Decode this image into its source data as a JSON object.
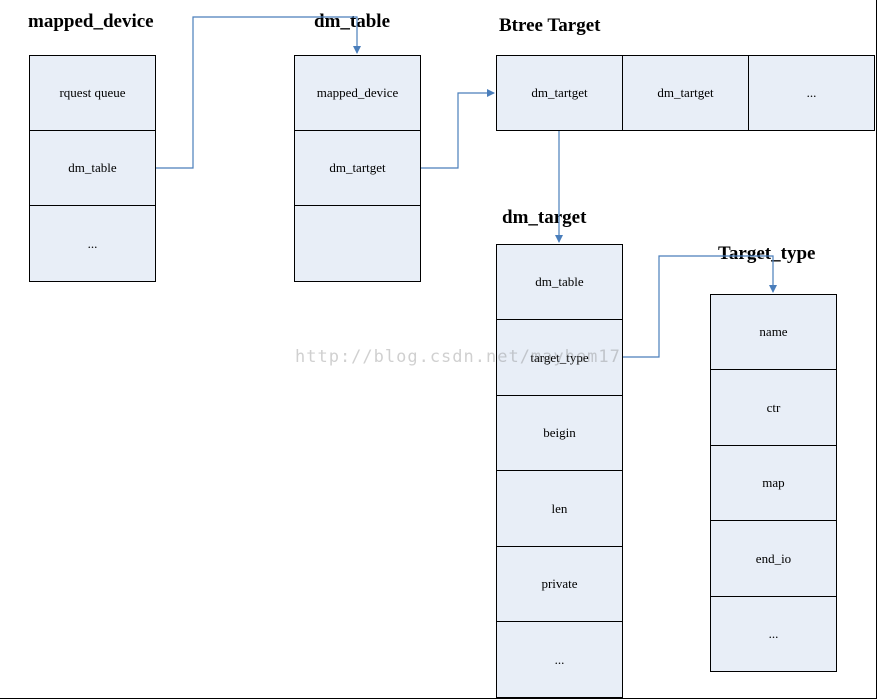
{
  "titles": {
    "mapped_device": "mapped_device",
    "dm_table": "dm_table",
    "btree": "Btree Target",
    "dm_target": "dm_target",
    "target_type": "Target_type"
  },
  "mapped_device": [
    "rquest queue",
    "dm_table",
    "..."
  ],
  "dm_table": [
    "mapped_device",
    "dm_tartget",
    ""
  ],
  "btree": [
    "dm_tartget",
    "dm_tartget",
    "..."
  ],
  "dm_target": [
    "dm_table",
    "target_type",
    "beigin",
    "len",
    "private",
    "..."
  ],
  "target_type": [
    "name",
    "ctr",
    "map",
    "end_io",
    "..."
  ],
  "watermark": "http://blog.csdn.net/mayhem17",
  "colors": {
    "cell_fill": "#e8eef7",
    "arrow": "#4a7ebb"
  }
}
